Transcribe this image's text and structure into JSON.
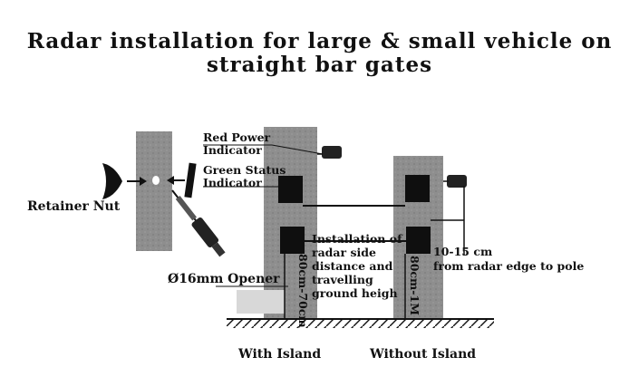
{
  "title_line1": "Radar installation for large & small vehicle on",
  "title_line2": "straight bar gates",
  "labels": {
    "red_power": "Red Power\nIndicator",
    "green_status": "Green Status\nIndicator",
    "retainer_nut": "Retainer Nut",
    "opener": "Ø16mm Opener",
    "installation": "Installation of\nradar side\ndistance and\ntravelling\nground heigh",
    "distance_to_pole": "10-15 cm\nfrom radar edge to pole",
    "height_island": "80cm-70cm",
    "height_no_island": "80cm-1M"
  },
  "captions": {
    "with_island": "With Island",
    "without_island": "Without Island"
  },
  "colors": {
    "post": "#8e8e8e",
    "radar": "#0f0f0f",
    "line": "#111111"
  }
}
